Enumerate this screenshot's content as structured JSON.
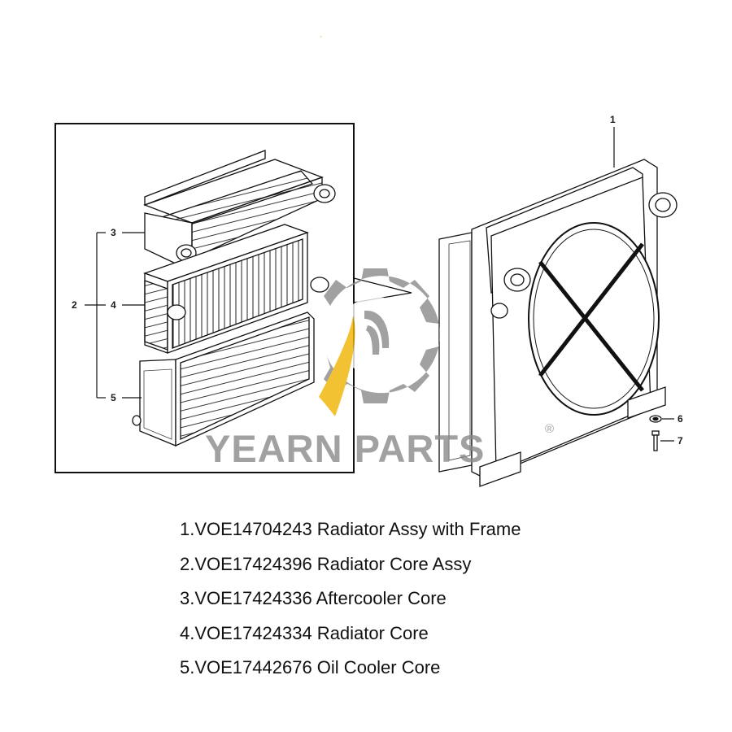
{
  "callouts": {
    "c1": "1",
    "c2": "2",
    "c3": "3",
    "c4": "4",
    "c5": "5",
    "c6": "6",
    "c7": "7"
  },
  "watermark": {
    "text": "YEARN PARTS",
    "registered": "®",
    "gear_color": "#8a8a8a",
    "flame_color": "#f0b400",
    "text_color": "#8a8a8a"
  },
  "parts": [
    {
      "label": "1.VOE14704243 Radiator Assy with Frame"
    },
    {
      "label": "2.VOE17424396 Radiator Core Assy"
    },
    {
      "label": "3.VOE17424336 Aftercooler Core"
    },
    {
      "label": "4.VOE17424334 Radiator Core"
    },
    {
      "label": "5.VOE17442676 Oil Cooler Core"
    }
  ]
}
